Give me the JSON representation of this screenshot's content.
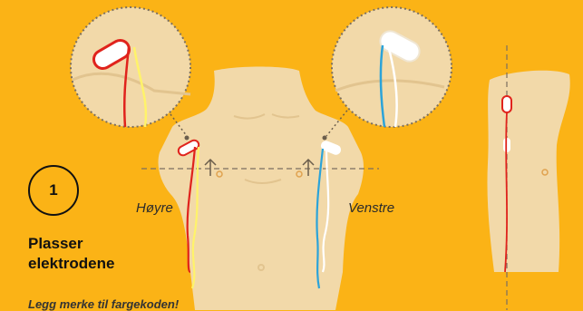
{
  "step": {
    "number": "1",
    "title_line1": "Plasser",
    "title_line2": "elektrodene"
  },
  "labels": {
    "right_side": "Høyre",
    "left_side": "Venstre"
  },
  "hint": "Legg merke til fargekoden!",
  "colors": {
    "background": "#FBB316",
    "skin": "#F2D9A9",
    "skin_shadow": "#E2C48F",
    "wire_red": "#E0231C",
    "wire_yellow": "#FFF36A",
    "wire_blue": "#2BA3D9",
    "wire_white": "#FFFFFF",
    "dotted_line": "#8A7A63"
  }
}
